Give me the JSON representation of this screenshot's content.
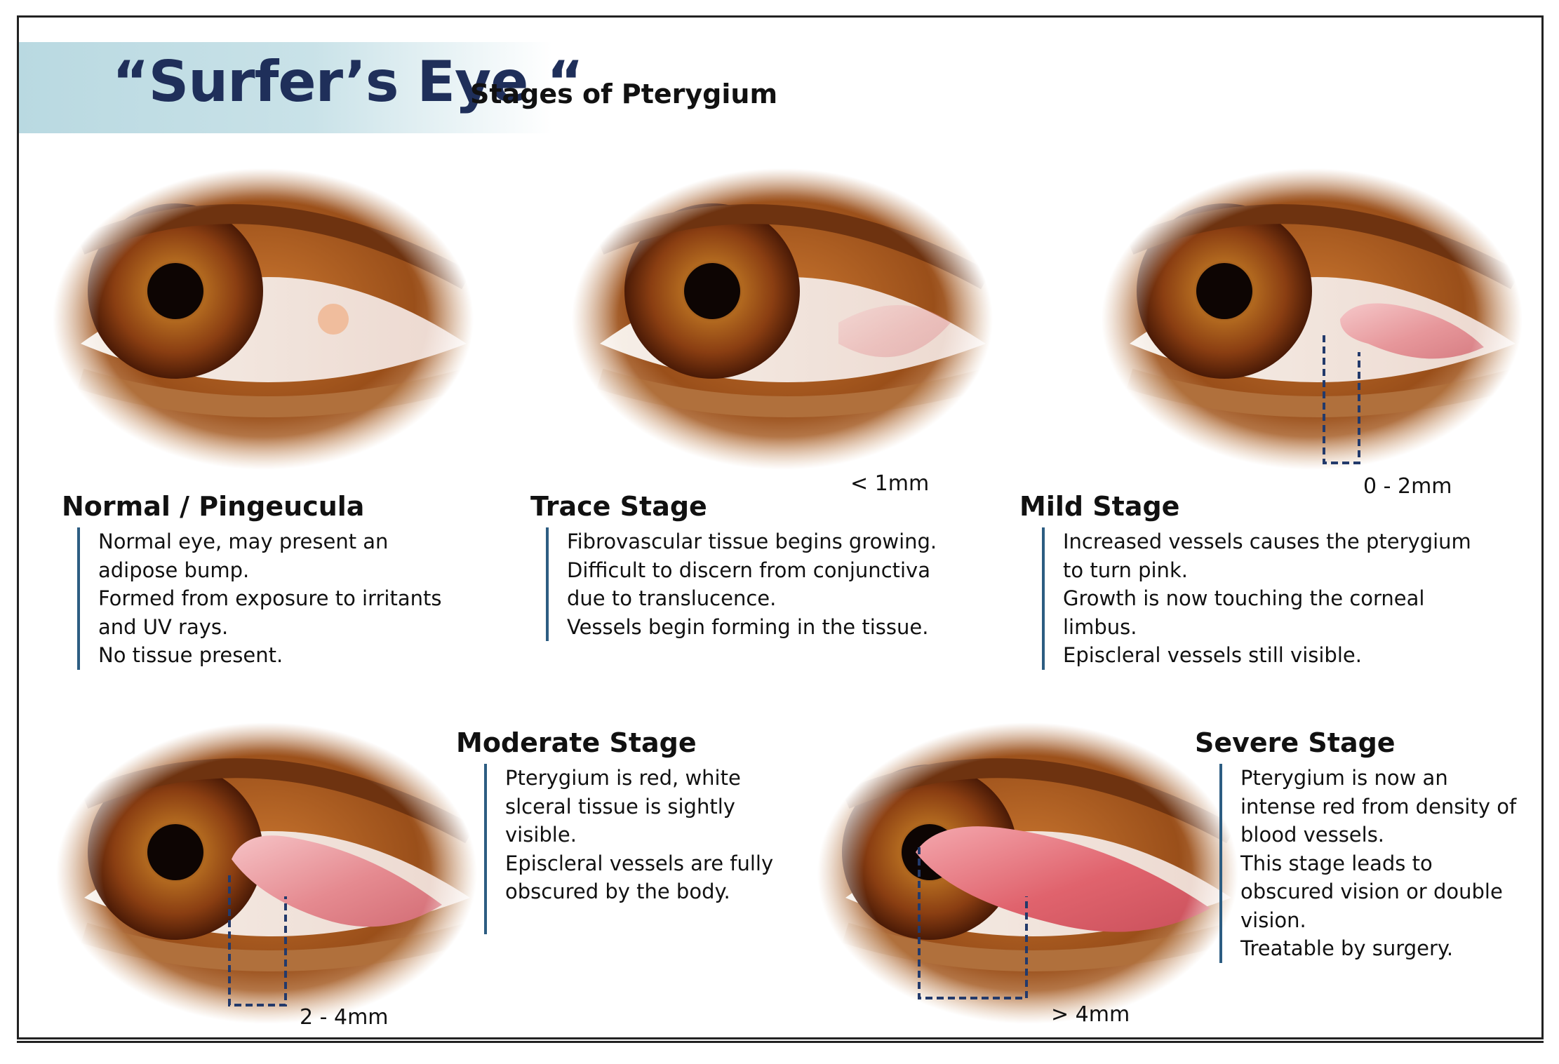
{
  "header": {
    "title": "“Surfer’s Eye “",
    "subtitle": "Stages of Pterygium"
  },
  "stages": [
    {
      "name": "Normal  / Pingeucula",
      "lines": [
        "Normal eye,  may present an",
        "adipose bump.",
        "Formed from exposure to irritants",
        "and UV rays.",
        "No tissue present."
      ]
    },
    {
      "name": "Trace Stage",
      "measure": "< 1mm",
      "lines": [
        "Fibrovascular tissue begins growing.",
        "Difficult to discern from  conjunctiva",
        "due to translucence.",
        "Vessels begin forming in the tissue."
      ]
    },
    {
      "name": "Mild Stage",
      "measure": "0 - 2mm",
      "lines": [
        "Increased vessels causes the pterygium",
        "to turn pink.",
        "Growth is now touching the corneal",
        "limbus.",
        "Episcleral vessels still visible."
      ]
    },
    {
      "name": "Moderate Stage",
      "measure": "2 - 4mm",
      "lines": [
        "Pterygium is red, white",
        "slceral tissue is sightly",
        "visible.",
        "Episcleral vessels are fully",
        "obscured by the body."
      ]
    },
    {
      "name": "Severe Stage",
      "measure": "> 4mm",
      "lines": [
        "Pterygium is now an",
        "intense red from density of",
        "blood vessels.",
        "This stage leads to",
        "obscured vision or double",
        "vision.",
        "Treatable by surgery."
      ]
    }
  ],
  "colors": {
    "title": "#1f2f5a",
    "accent_rule": "#2d5d82",
    "banner": "#b9d9e1",
    "iris": "#8a3e12",
    "tissue": "#e89a9e"
  }
}
